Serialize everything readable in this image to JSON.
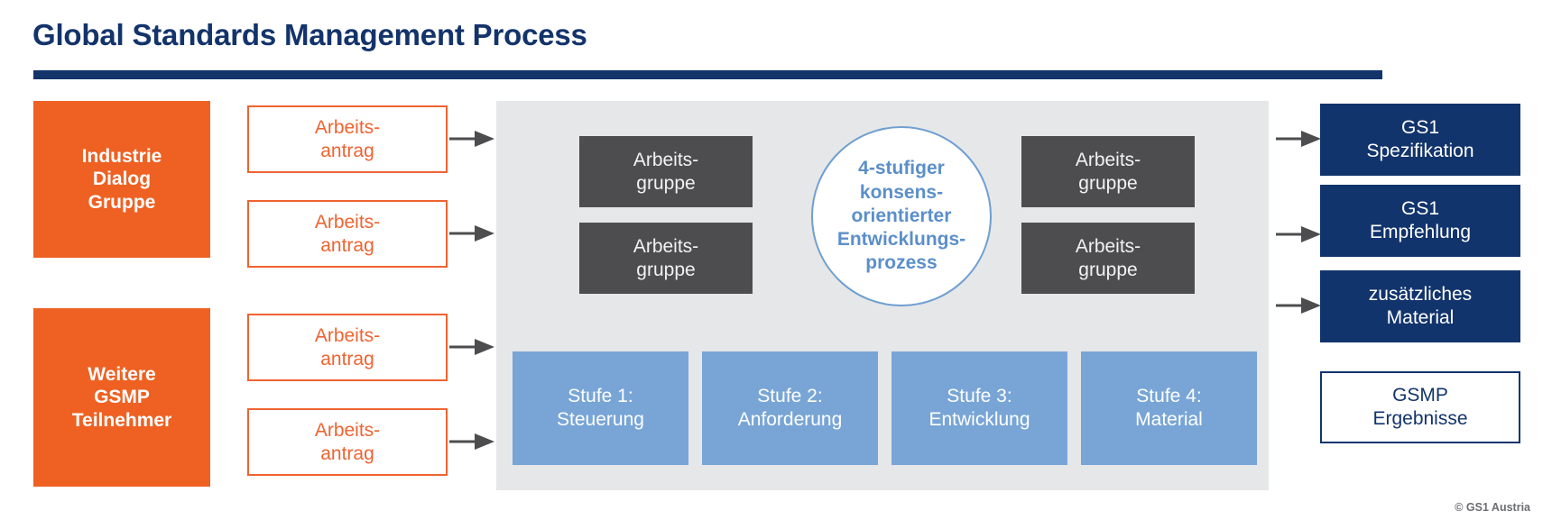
{
  "header": {
    "title": "Global Standards Management Process"
  },
  "sources": [
    {
      "label_lines": [
        "Industrie",
        "Dialog",
        "Gruppe"
      ]
    },
    {
      "label_lines": [
        "Weitere",
        "GSMP",
        "Teilnehmer"
      ]
    }
  ],
  "requests": [
    {
      "label_lines": [
        "Arbeits-",
        "antrag"
      ]
    },
    {
      "label_lines": [
        "Arbeits-",
        "antrag"
      ]
    },
    {
      "label_lines": [
        "Arbeits-",
        "antrag"
      ]
    },
    {
      "label_lines": [
        "Arbeits-",
        "antrag"
      ]
    }
  ],
  "working_groups": [
    {
      "label_lines": [
        "Arbeits-",
        "gruppe"
      ]
    },
    {
      "label_lines": [
        "Arbeits-",
        "gruppe"
      ]
    },
    {
      "label_lines": [
        "Arbeits-",
        "gruppe"
      ]
    },
    {
      "label_lines": [
        "Arbeits-",
        "gruppe"
      ]
    }
  ],
  "circle": {
    "label_lines": [
      "4-stufiger",
      "konsens-",
      "orientierter",
      "Entwicklungs-",
      "prozess"
    ]
  },
  "stages": [
    {
      "label_lines": [
        "Stufe 1:",
        "Steuerung"
      ]
    },
    {
      "label_lines": [
        "Stufe 2:",
        "Anforderung"
      ]
    },
    {
      "label_lines": [
        "Stufe 3:",
        "Entwicklung"
      ]
    },
    {
      "label_lines": [
        "Stufe 4:",
        "Material"
      ]
    }
  ],
  "outputs": [
    {
      "label_lines": [
        "GS1",
        "Spezifikation"
      ],
      "style": "filled"
    },
    {
      "label_lines": [
        "GS1",
        "Empfehlung"
      ],
      "style": "filled"
    },
    {
      "label_lines": [
        "zusätzliches",
        "Material"
      ],
      "style": "filled"
    },
    {
      "label_lines": [
        "GSMP",
        "Ergebnisse"
      ],
      "style": "outline"
    }
  ],
  "footer": {
    "copyright": "© GS1 Austria"
  },
  "colors": {
    "navy": "#12346c",
    "orange": "#ee6123",
    "orange_outline": "#ef6331",
    "panel_gray": "#e6e7e8",
    "dark_gray": "#4d4d4f",
    "stage_blue": "#78a5d6",
    "circle_blue": "#5b8fc9",
    "arrow_gray": "#4d4d4f"
  }
}
